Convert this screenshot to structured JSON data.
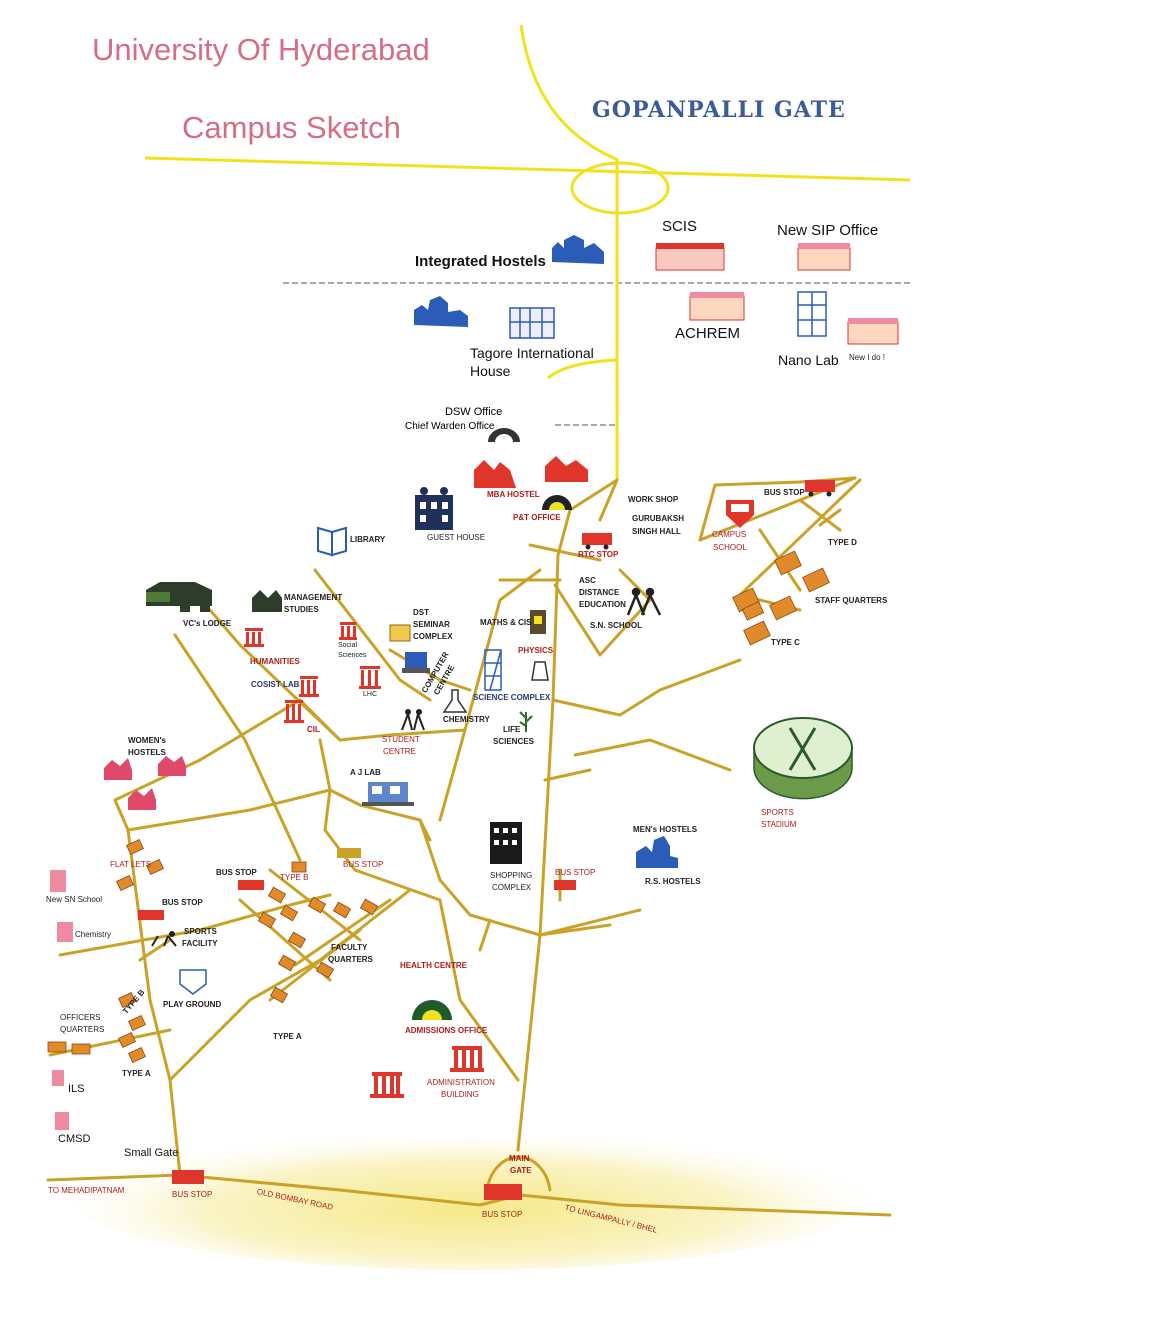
{
  "header": {
    "title_line1": "University Of Hyderabad",
    "title_line2": "Campus Sketch",
    "gate_name": "GOPANPALLI GATE"
  },
  "colors": {
    "road": "#c9a227",
    "main_road": "#f2e21e",
    "title": "#d66d86",
    "gate": "#3d5a99",
    "hostel_blue": "#2a5cb8",
    "building_red": "#e0352b",
    "building_pink": "#f08aa0",
    "sand": "#f7eeb0"
  },
  "places": {
    "scis": "SCIS",
    "new_sip_office": "New SIP Office",
    "integrated_hostels": "Integrated Hostels",
    "achrem": "ACHREM",
    "tagore_line1": "Tagore International",
    "tagore_line2": "House",
    "nano_lab": "Nano Lab",
    "new_ldo": "New I do !",
    "dsw_office": "DSW Office",
    "chief_warden_office": "Chief Warden Office",
    "mba_hostel": "MBA HOSTEL",
    "pt_office": "P&T OFFICE",
    "guest_house": "GUEST HOUSE",
    "library": "LIBRARY",
    "work_shop": "WORK SHOP",
    "gurubaksh_line1": "GURUBAKSH",
    "gurubaksh_line2": "SINGH HALL",
    "bus_stop_top": "BUS STOP",
    "campus_school_line1": "CAMPUS",
    "campus_school_line2": "SCHOOL",
    "type_d": "TYPE D",
    "rtc_stop": "RTC STOP",
    "asc_line1": "ASC",
    "asc_line2": "DISTANCE",
    "asc_line3": "EDUCATION",
    "sn_school": "S.N. SCHOOL",
    "staff_quarters": "STAFF QUARTERS",
    "type_c": "TYPE C",
    "vcs_lodge": "VC's LODGE",
    "management_line1": "MANAGEMENT",
    "management_line2": "STUDIES",
    "dst_line1": "DST",
    "dst_line2": "SEMINAR",
    "dst_line3": "COMPLEX",
    "maths_cis": "MATHS & CIS",
    "social_line1": "Social",
    "social_line2": "Sciences",
    "humanities": "HUMANITIES",
    "physics": "PHYSICS",
    "computer_line1": "COMPUTER",
    "computer_line2": "CENTRE",
    "cosist_lab": "COSIST LAB",
    "lhc": "LHC",
    "science_complex": "SCIENCE COMPLEX",
    "cil": "CIL",
    "chemistry_center": "CHEMISTRY",
    "life_line1": "LIFE",
    "life_line2": "SCIENCES",
    "student_line1": "STUDENT",
    "student_line2": "CENTRE",
    "womens_line1": "WOMEN's",
    "womens_line2": "HOSTELS",
    "aj_lab": "A J LAB",
    "sports_line1": "SPORTS",
    "sports_line2": "STADIUM",
    "mens_hostels": "MEN's HOSTELS",
    "rs_hostels": "R.S. HOSTELS",
    "shopping_line1": "SHOPPING",
    "shopping_line2": "COMPLEX",
    "bus_stop_shop": "BUS STOP",
    "flat_lets": "FLAT LETS",
    "bus_stop_w1": "BUS STOP",
    "type_b_center": "TYPE B",
    "bus_stop_w2": "BUS STOP",
    "new_sn_school": "New SN School",
    "bus_stop_w3": "BUS STOP",
    "chemistry_west": "Chemistry",
    "sports_facility_line1": "SPORTS",
    "sports_facility_line2": "FACILITY",
    "faculty_line1": "FACULTY",
    "faculty_line2": "QUARTERS",
    "health_centre": "HEALTH CENTRE",
    "play_ground": "PLAY GROUND",
    "type_b_west": "TYPE B",
    "officers_line1": "OFFICERS",
    "officers_line2": "QUARTERS",
    "type_a_center": "TYPE A",
    "admissions_office": "ADMISSIONS OFFICE",
    "type_a_west": "TYPE A",
    "administration_line1": "ADMINISTRATION",
    "administration_line2": "BUILDING",
    "ils": "ILS",
    "cmsd": "CMSD",
    "small_gate": "Small Gate",
    "main_gate_line1": "MAIN",
    "main_gate_line2": "GATE",
    "to_mehadipatnam": "TO MEHADIPATNAM",
    "bus_stop_small_gate": "BUS STOP",
    "old_bombay_road": "OLD BOMBAY ROAD",
    "bus_stop_main_gate": "BUS STOP",
    "to_lingampally": "TO LINGAMPALLY / BHEL"
  }
}
